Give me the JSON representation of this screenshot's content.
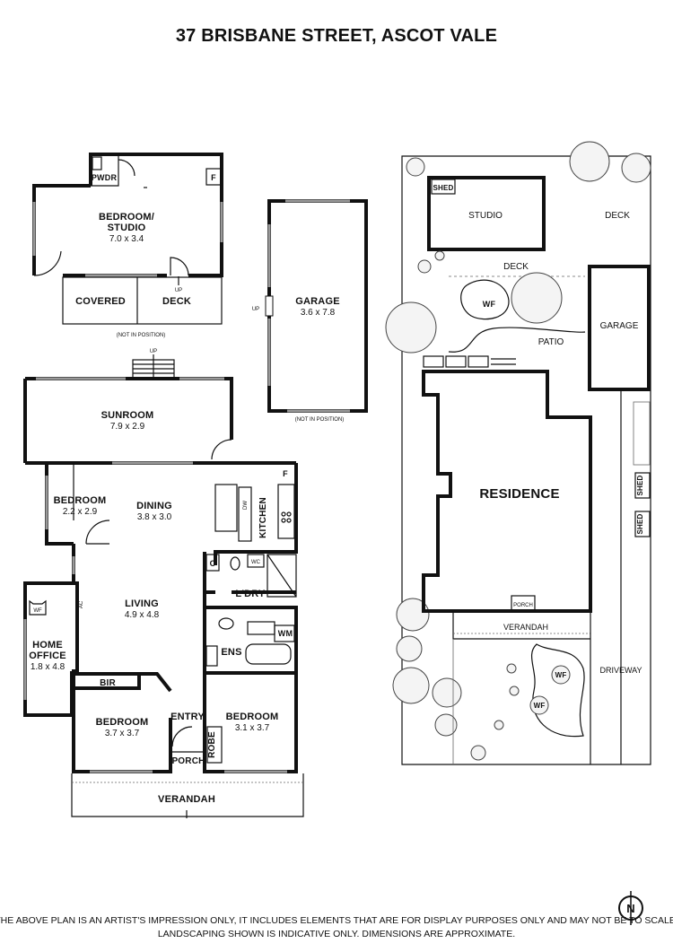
{
  "title": "37 BRISBANE STREET, ASCOT VALE",
  "disclaimer_line1": "THE ABOVE PLAN IS AN ARTIST'S IMPRESSION ONLY, IT INCLUDES ELEMENTS THAT ARE FOR DISPLAY PURPOSES ONLY AND MAY NOT BE TO SCALE.",
  "disclaimer_line2": "LANDSCAPING SHOWN IS INDICATIVE ONLY. DIMENSIONS ARE APPROXIMATE.",
  "studio_plan": {
    "pwdr": "PWDR",
    "f": "F",
    "room_name_1": "BEDROOM/",
    "room_name_2": "STUDIO",
    "room_dim": "7.0 x 3.4",
    "covered": "COVERED",
    "deck": "DECK",
    "up": "UP",
    "note": "(NOT IN POSITION)"
  },
  "garage_plan": {
    "name": "GARAGE",
    "dim": "3.6 x 7.8",
    "up": "UP",
    "note": "(NOT IN POSITION)"
  },
  "house_plan": {
    "up": "UP",
    "sunroom": "SUNROOM",
    "sunroom_dim": "7.9 x 2.9",
    "bedroom_a": "BEDROOM",
    "bedroom_a_dim": "2.2 x 2.9",
    "dining": "DINING",
    "dining_dim": "3.8 x 3.0",
    "kitchen": "KITCHEN",
    "dw": "DW",
    "f": "F",
    "c": "C",
    "wc": "WC",
    "ldry": "L'DRY",
    "living": "LIVING",
    "living_dim": "4.9 x 4.8",
    "wf": "WF",
    "ac": "AC",
    "home_office_1": "HOME",
    "home_office_2": "OFFICE",
    "home_office_dim": "1.8 x 4.8",
    "ens": "ENS",
    "wm": "WM",
    "bir": "BIR",
    "bedroom_b": "BEDROOM",
    "bedroom_b_dim": "3.7 x 3.7",
    "entry": "ENTRY",
    "bedroom_c": "BEDROOM",
    "bedroom_c_dim": "3.1 x 3.7",
    "robe": "ROBE",
    "porch": "PORCH",
    "verandah": "VERANDAH"
  },
  "site_plan": {
    "shed": "SHED",
    "studio": "STUDIO",
    "deck_top": "DECK",
    "deck": "DECK",
    "wf": "WF",
    "patio": "PATIO",
    "garage": "GARAGE",
    "residence": "RESIDENCE",
    "shed_a": "SHED",
    "shed_b": "SHED",
    "porch": "PORCH",
    "verandah": "VERANDAH",
    "driveway": "DRIVEWAY",
    "wf_a": "WF",
    "wf_b": "WF"
  },
  "compass": {
    "label": "N"
  }
}
